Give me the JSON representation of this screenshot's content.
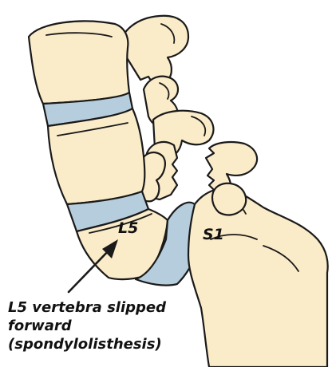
{
  "labels": {
    "upper_vertebra": "L5",
    "lower_vertebra": "S1"
  },
  "caption": {
    "line1": "L5 vertebra slipped",
    "line2": "forward",
    "line3": "(spondylolisthesis)"
  },
  "colors": {
    "bone": "#faebc9",
    "disc": "#b6cddd",
    "outline": "#1a1a1a"
  }
}
